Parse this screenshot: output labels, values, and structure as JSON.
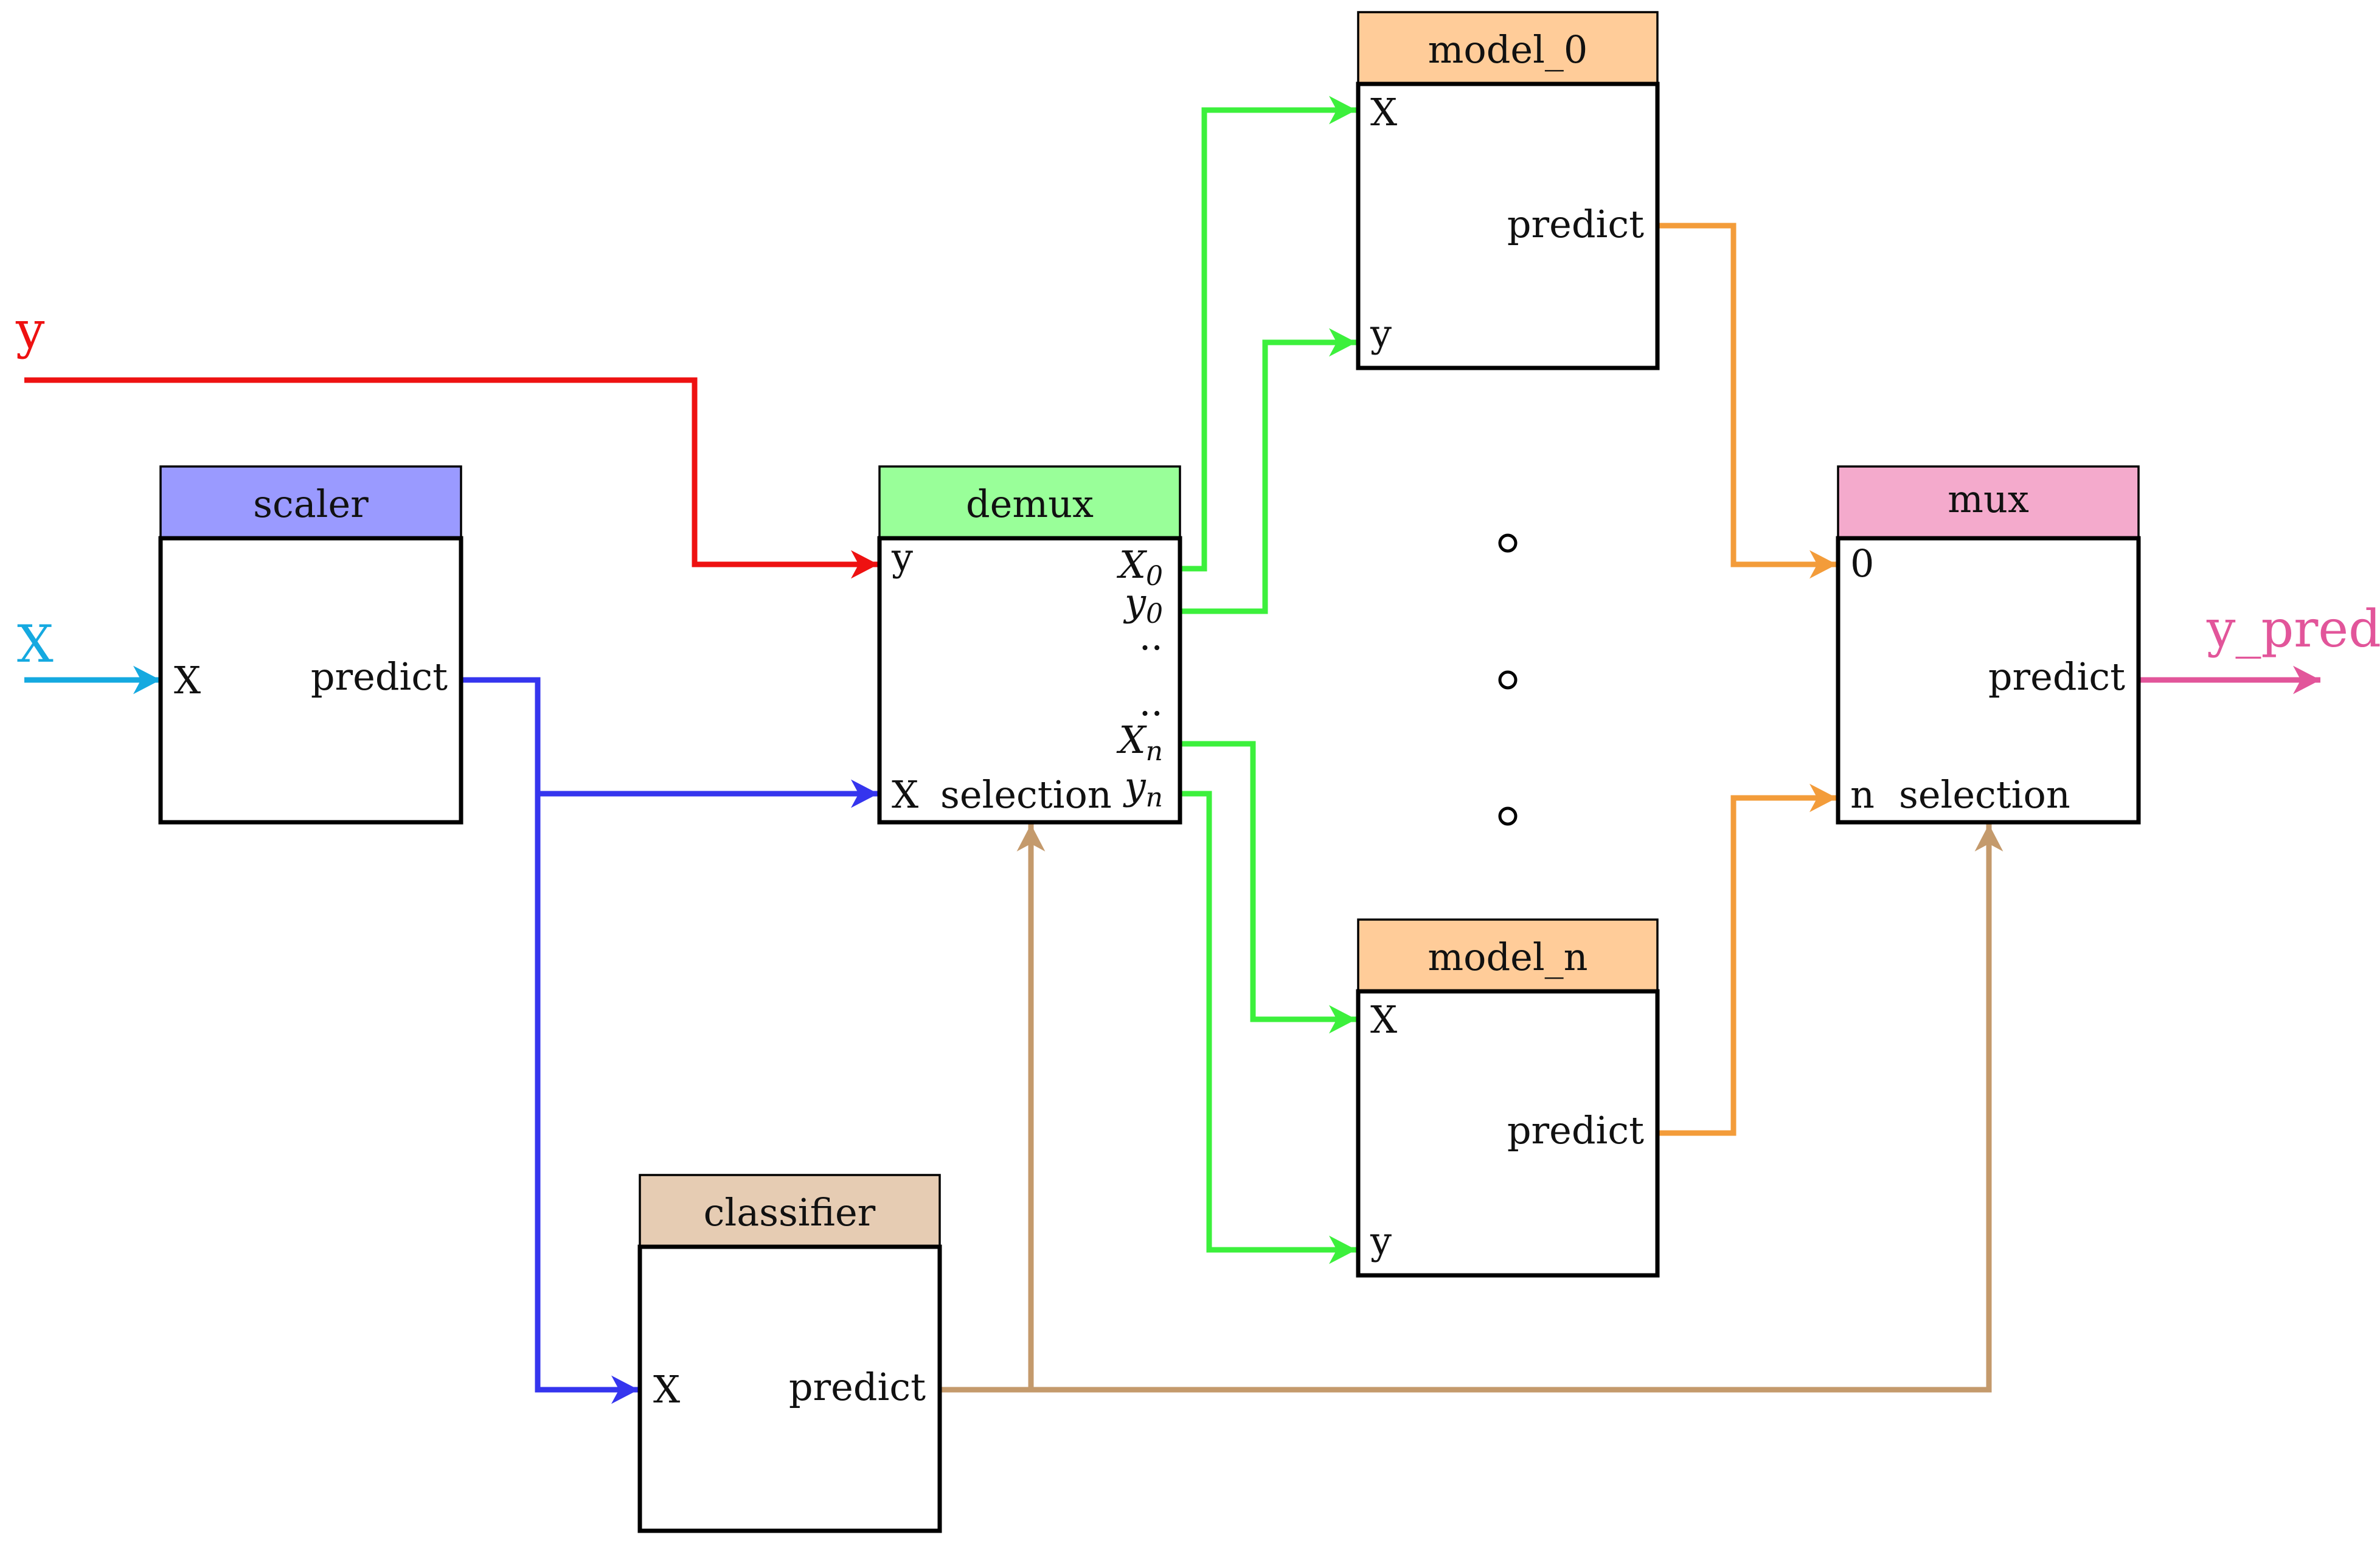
{
  "colors": {
    "y_input": "#ee1111",
    "X_input": "#15a9e0",
    "scaled": "#3535ee",
    "demux_out": "#3cf03c",
    "model_out": "#f39c3a",
    "classifier_out": "#c49a6c",
    "y_pred": "#e2559a",
    "scaler_head": "#9a9aff",
    "demux_head": "#99ff99",
    "model_head": "#ffcc99",
    "mux_head": "#f4aacc",
    "classifier_head": "#e6ccb3"
  },
  "inputs": {
    "y": "y",
    "X": "X"
  },
  "output": {
    "y_pred": "y_pred"
  },
  "boxes": {
    "scaler": {
      "title": "scaler",
      "in_x": "X",
      "out_predict": "predict"
    },
    "classifier": {
      "title": "classifier",
      "in_x": "X",
      "out_predict": "predict"
    },
    "demux": {
      "title": "demux",
      "in_y": "y",
      "in_x": "X",
      "in_selection": "selection",
      "out_x0": "X",
      "out_x0_sub": "0",
      "out_y0": "y",
      "out_y0_sub": "0",
      "out_xn": "X",
      "out_xn_sub": "n",
      "out_yn": "y",
      "out_yn_sub": "n",
      "ellipsis_1": "..",
      "ellipsis_2": ".."
    },
    "model_0": {
      "title": "model_0",
      "in_x": "X",
      "in_y": "y",
      "out_predict": "predict"
    },
    "model_n": {
      "title": "model_n",
      "in_x": "X",
      "in_y": "y",
      "out_predict": "predict"
    },
    "mux": {
      "title": "mux",
      "in_0": "0",
      "in_n": "n",
      "in_selection": "selection",
      "out_predict": "predict"
    }
  }
}
